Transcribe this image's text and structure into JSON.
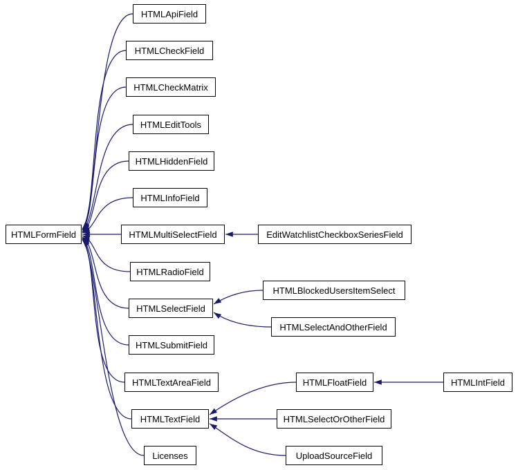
{
  "diagram": {
    "type": "inheritance-graph",
    "edge_color": "#191970",
    "node_border_color": "#000000",
    "root": {
      "label": "HTMLFormField"
    },
    "children": [
      {
        "label": "HTMLApiField"
      },
      {
        "label": "HTMLCheckField"
      },
      {
        "label": "HTMLCheckMatrix"
      },
      {
        "label": "HTMLEditTools"
      },
      {
        "label": "HTMLHiddenField"
      },
      {
        "label": "HTMLInfoField"
      },
      {
        "label": "HTMLMultiSelectField",
        "children": [
          {
            "label": "EditWatchlistCheckboxSeriesField"
          }
        ]
      },
      {
        "label": "HTMLRadioField"
      },
      {
        "label": "HTMLSelectField",
        "children": [
          {
            "label": "HTMLBlockedUsersItemSelect"
          },
          {
            "label": "HTMLSelectAndOtherField"
          }
        ]
      },
      {
        "label": "HTMLSubmitField"
      },
      {
        "label": "HTMLTextAreaField"
      },
      {
        "label": "HTMLTextField",
        "children": [
          {
            "label": "HTMLFloatField",
            "children": [
              {
                "label": "HTMLIntField"
              }
            ]
          },
          {
            "label": "HTMLSelectOrOtherField"
          },
          {
            "label": "UploadSourceField"
          }
        ]
      },
      {
        "label": "Licenses"
      }
    ]
  }
}
